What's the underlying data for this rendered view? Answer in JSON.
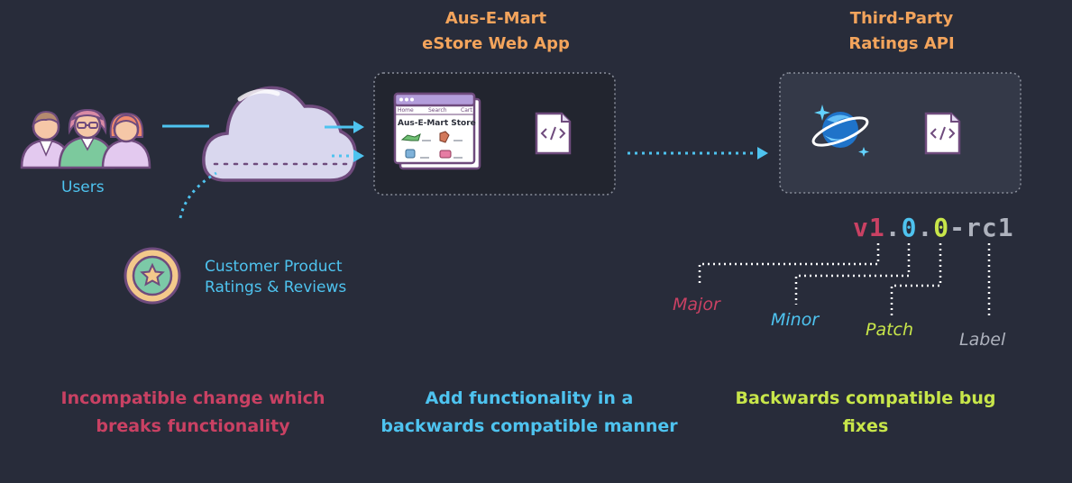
{
  "users_label": "Users",
  "reviews_label_line1": "Customer Product",
  "reviews_label_line2": "Ratings & Reviews",
  "webapp": {
    "title_line1": "Aus-E-Mart",
    "title_line2": "eStore Web App",
    "store_title": "Aus-E-Mart Store",
    "nav": [
      "Home",
      "Search",
      "Cart"
    ]
  },
  "api": {
    "title_line1": "Third-Party",
    "title_line2": "Ratings API"
  },
  "version": {
    "prefix": "v",
    "major": "1",
    "dot1": ".",
    "minor": "0",
    "dot2": ".",
    "patch": "0",
    "label": "-rc1"
  },
  "segments": {
    "major": "Major",
    "minor": "Minor",
    "patch": "Patch",
    "label": "Label"
  },
  "footer": {
    "major_line1": "Incompatible change which",
    "major_line2": "breaks functionality",
    "minor_line1": "Add functionality in a",
    "minor_line2": "backwards compatible manner",
    "patch_line1": "Backwards compatible bug",
    "patch_line2": "fixes"
  },
  "colors": {
    "background": "#282c3a",
    "header": "#f3a45c",
    "major": "#c94163",
    "minor": "#4ec3ef",
    "patch": "#c8e64a",
    "label": "#aeb2bd"
  }
}
